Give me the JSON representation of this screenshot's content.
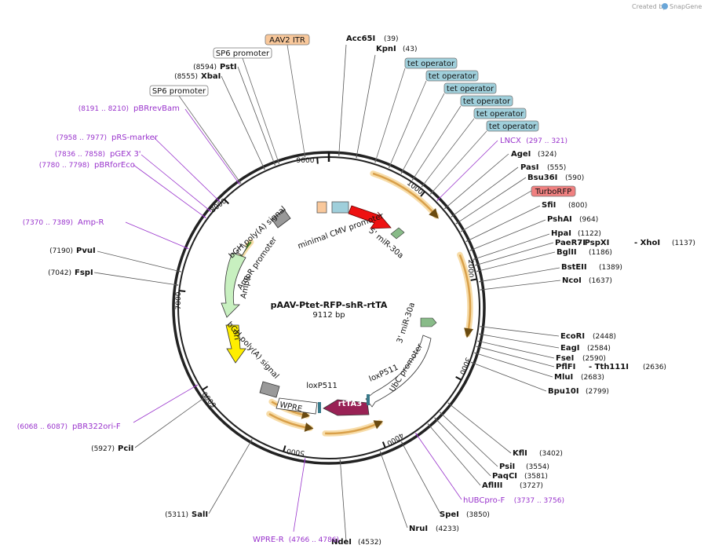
{
  "plasmid": {
    "name": "pAAV-Ptet-RFP-shR-rtTA",
    "length_label": "9112 bp",
    "length": 9112
  },
  "credit": {
    "prefix": "Created by",
    "brand": "SnapGene"
  },
  "tick_labels": [
    "1000",
    "2000",
    "3000",
    "4000",
    "5000",
    "6000",
    "7000",
    "8000",
    "9000"
  ],
  "enzymes": [
    {
      "name": "Acc65I",
      "pos": "(39)"
    },
    {
      "name": "KpnI",
      "pos": "(43)"
    },
    {
      "name": "AgeI",
      "pos": "(324)"
    },
    {
      "name": "PasI",
      "pos": "(555)"
    },
    {
      "name": "Bsu36I",
      "pos": "(590)"
    },
    {
      "name": "SfiI",
      "pos": "(800)"
    },
    {
      "name": "PshAI",
      "pos": "(964)"
    },
    {
      "name": "HpaI",
      "pos": "(1122)"
    },
    {
      "name": "PaeR7I",
      "pos": ""
    },
    {
      "name": "- PspXI",
      "pos": ""
    },
    {
      "name": "- XhoI",
      "pos": "(1137)"
    },
    {
      "name": "BglII",
      "pos": "(1186)"
    },
    {
      "name": "BstEII",
      "pos": "(1389)"
    },
    {
      "name": "NcoI",
      "pos": "(1637)"
    },
    {
      "name": "EcoRI",
      "pos": "(2448)"
    },
    {
      "name": "EagI",
      "pos": "(2584)"
    },
    {
      "name": "FseI",
      "pos": "(2590)"
    },
    {
      "name": "PflFI",
      "pos": ""
    },
    {
      "name": "- Tth111I",
      "pos": "(2636)"
    },
    {
      "name": "MluI",
      "pos": "(2683)"
    },
    {
      "name": "Bpu10I",
      "pos": "(2799)"
    },
    {
      "name": "KflI",
      "pos": "(3402)"
    },
    {
      "name": "PsiI",
      "pos": "(3554)"
    },
    {
      "name": "PaqCI",
      "pos": "(3581)"
    },
    {
      "name": "AflIII",
      "pos": "(3727)"
    },
    {
      "name": "SpeI",
      "pos": "(3850)"
    },
    {
      "name": "NruI",
      "pos": "(4233)"
    },
    {
      "name": "NdeI",
      "pos": "(4532)"
    },
    {
      "name": "SalI",
      "pos": "(5311)"
    },
    {
      "name": "PciI",
      "pos": "(5927)"
    },
    {
      "name": "FspI",
      "pos": "(7042)"
    },
    {
      "name": "PvuI",
      "pos": "(7190)"
    },
    {
      "name": "XbaI",
      "pos": "(8555)"
    },
    {
      "name": "PstI",
      "pos": "(8594)"
    }
  ],
  "primers": [
    {
      "name": "LNCX",
      "pos": "(297 .. 321)"
    },
    {
      "name": "hUBCpro-F",
      "pos": "(3737 .. 3756)"
    },
    {
      "name": "WPRE-R",
      "pos": "(4766 .. 4786)"
    },
    {
      "name": "pBR322ori-F",
      "pos": "(6068 .. 6087)"
    },
    {
      "name": "Amp-R",
      "pos": "(7370 .. 7389)"
    },
    {
      "name": "pBRforEco",
      "pos": "(7780 .. 7798)"
    },
    {
      "name": "pGEX 3'",
      "pos": "(7836 .. 7858)"
    },
    {
      "name": "pRS-marker",
      "pos": "(7958 .. 7977)"
    },
    {
      "name": "pBRrevBam",
      "pos": "(8191 .. 8210)"
    }
  ],
  "boxed_labels": [
    {
      "text": "AAV2 ITR",
      "fill": "#f9c89b"
    },
    {
      "text": "tet operator",
      "fill": "#9fcfdb"
    },
    {
      "text": "tet operator",
      "fill": "#9fcfdb"
    },
    {
      "text": "tet operator",
      "fill": "#9fcfdb"
    },
    {
      "text": "tet operator",
      "fill": "#9fcfdb"
    },
    {
      "text": "tet operator",
      "fill": "#9fcfdb"
    },
    {
      "text": "tet operator",
      "fill": "#9fcfdb"
    },
    {
      "text": "TurboRFP",
      "fill": "#f08080"
    },
    {
      "text": "SP6 promoter",
      "fill": "#ffffff"
    },
    {
      "text": "SP6 promoter",
      "fill": "#ffffff"
    }
  ],
  "features": [
    "minimal CMV promoter",
    "5' miR-30a",
    "3' miR-30a",
    "UbC promoter",
    "loxP511",
    "loxP511",
    "rtTA3",
    "WPRE",
    "bGH poly(A) signal",
    "ori",
    "AmpR",
    "AmpR promoter",
    "bGH poly(A) signal"
  ],
  "colors": {
    "backbone": "#222222",
    "orf_arrow": "#d9a04a",
    "turborfp": "#ee1111",
    "rtta3": "#992255",
    "ampr": "#c8f0c0",
    "ori": "#ffee00",
    "polya": "#999999",
    "itr": "#f9c89b",
    "tetop": "#9fcfdb",
    "mir": "#88bb88",
    "primer": "#9933cc"
  }
}
